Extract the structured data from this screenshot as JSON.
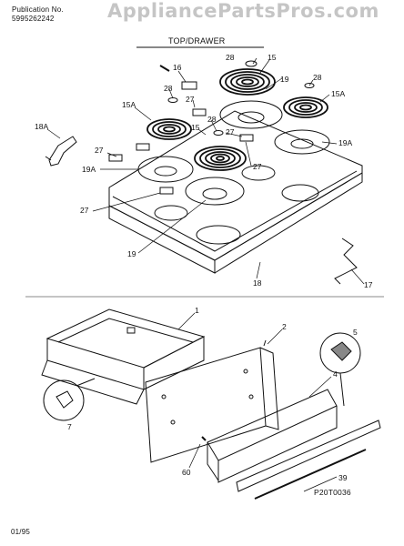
{
  "header": {
    "publication_label": "Publication No.",
    "publication_number": "5995262242",
    "section_title": "TOP/DRAWER",
    "watermark": "AppliancePartsPros.com"
  },
  "diagram_code": "P20T0036",
  "footer_date": "01/95",
  "callouts": {
    "c_16": "16",
    "c_28a": "28",
    "c_15": "15",
    "c_19a": "19",
    "c_28b": "28",
    "c_15a_r": "15A",
    "c_28c": "28",
    "c_15a_l": "15A",
    "c_27a": "27",
    "c_28d": "28",
    "c_15b": "15",
    "c_18a": "18A",
    "c_27b": "27",
    "c_19a_l": "19A",
    "c_27c": "27",
    "c_19a_r": "19A",
    "c_27d": "27",
    "c_27e": "27",
    "c_19b": "19",
    "c_18": "18",
    "c_17": "17",
    "c_1": "1",
    "c_2": "2",
    "c_5": "5",
    "c_4": "4",
    "c_7": "7",
    "c_60": "60",
    "c_39": "39"
  }
}
